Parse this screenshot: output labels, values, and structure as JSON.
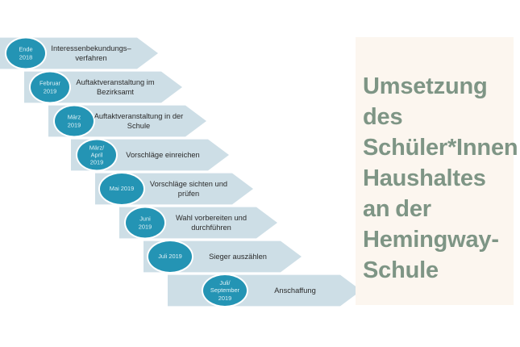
{
  "theme": {
    "arrow_fill": "#cddee6",
    "badge_fill": "#2494b4",
    "badge_text": "#dff1f6",
    "panel_bg": "#fcf6ef",
    "title_color": "#7e9585",
    "page_bg": "#ffffff",
    "label_color": "#2b2b2b"
  },
  "title_panel": {
    "heading": "Umsetzung des Schüler*Innen Haushaltes an der Hemingway-Schule"
  },
  "timeline": {
    "steps": [
      {
        "date": "Ende\n2018",
        "label": "Interessenbekundungs–\nverfahren"
      },
      {
        "date": "Februar\n2019",
        "label": "Auftaktveranstaltung im\nBezirksamt"
      },
      {
        "date": "März\n2019",
        "label": "Auftaktveranstaltung in der\nSchule"
      },
      {
        "date": "März/\nApril\n2019",
        "label": "Vorschläge einreichen"
      },
      {
        "date": "Mai 2019",
        "label": "Vorschläge sichten und\nprüfen"
      },
      {
        "date": "Juni\n2019",
        "label": "Wahl vorbereiten und\ndurchführen"
      },
      {
        "date": "Juli 2019",
        "label": "Sieger auszählen"
      },
      {
        "date": "Juli/\nSeptember\n2019",
        "label": "Anschaffung"
      }
    ]
  }
}
